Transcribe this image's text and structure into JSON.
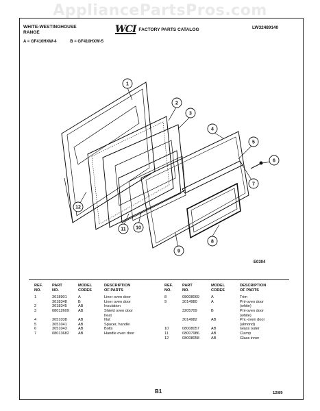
{
  "watermark": "AppliancePartsPros.com",
  "header": {
    "brand_line1": "WHITE-WESTINGHOUSE",
    "brand_line2": "RANGE",
    "logo": "WCI",
    "catalog": "FACTORY PARTS CATALOG",
    "catalog_number": "LW32489140"
  },
  "models": [
    "A = GF410HXW-4",
    "B = GF410HXW-5"
  ],
  "diagram": {
    "callouts": [
      "1",
      "2",
      "3",
      "4",
      "5",
      "6",
      "7",
      "8",
      "9",
      "10",
      "11",
      "12"
    ],
    "code": "E0304"
  },
  "table": {
    "headers": {
      "ref": [
        "REF.",
        "NO."
      ],
      "part": [
        "PART",
        "NO."
      ],
      "model": [
        "MODEL",
        "CODES"
      ],
      "desc": [
        "DESCRIPTION",
        "OF PARTS"
      ]
    },
    "left": [
      {
        "ref": "1",
        "part": "3018901",
        "model": "A",
        "desc": "Liner oven door"
      },
      {
        "ref": "",
        "part": "3018348",
        "model": "B",
        "desc": "Liner oven door"
      },
      {
        "ref": "2",
        "part": "3018345",
        "model": "AB",
        "desc": "Insulation"
      },
      {
        "ref": "3",
        "part": "08012609",
        "model": "AB",
        "desc": "Shield oven door"
      },
      {
        "ref": "",
        "part": "",
        "model": "",
        "desc": "heat"
      },
      {
        "ref": "4",
        "part": "3051038",
        "model": "AB",
        "desc": "Nut"
      },
      {
        "ref": "5",
        "part": "3051041",
        "model": "AB",
        "desc": "Spacer, handle"
      },
      {
        "ref": "6",
        "part": "3051043",
        "model": "AB",
        "desc": "Bolts"
      },
      {
        "ref": "7",
        "part": "08013682",
        "model": "AB",
        "desc": "Handle oven door"
      }
    ],
    "right": [
      {
        "ref": "8",
        "part": "08008069",
        "model": "A",
        "desc": "Trim"
      },
      {
        "ref": "9",
        "part": "3014980",
        "model": "A",
        "desc": "Pnl-oven door"
      },
      {
        "ref": "",
        "part": "",
        "model": "",
        "desc": "(white)"
      },
      {
        "ref": "",
        "part": "3205709",
        "model": "B",
        "desc": "Pnl-oven door"
      },
      {
        "ref": "",
        "part": "",
        "model": "",
        "desc": "(white)"
      },
      {
        "ref": "",
        "part": "3014982",
        "model": "AB",
        "desc": "Pnl.-oven door"
      },
      {
        "ref": "",
        "part": "",
        "model": "",
        "desc": "(almond)"
      },
      {
        "ref": "10",
        "part": "08008057",
        "model": "AB",
        "desc": "Glass outer"
      },
      {
        "ref": "11",
        "part": "08007986",
        "model": "AB",
        "desc": "Clamp"
      },
      {
        "ref": "12",
        "part": "08008058",
        "model": "AB",
        "desc": "Glass inner"
      }
    ]
  },
  "footer": {
    "page": "B1",
    "date": "12/89"
  }
}
